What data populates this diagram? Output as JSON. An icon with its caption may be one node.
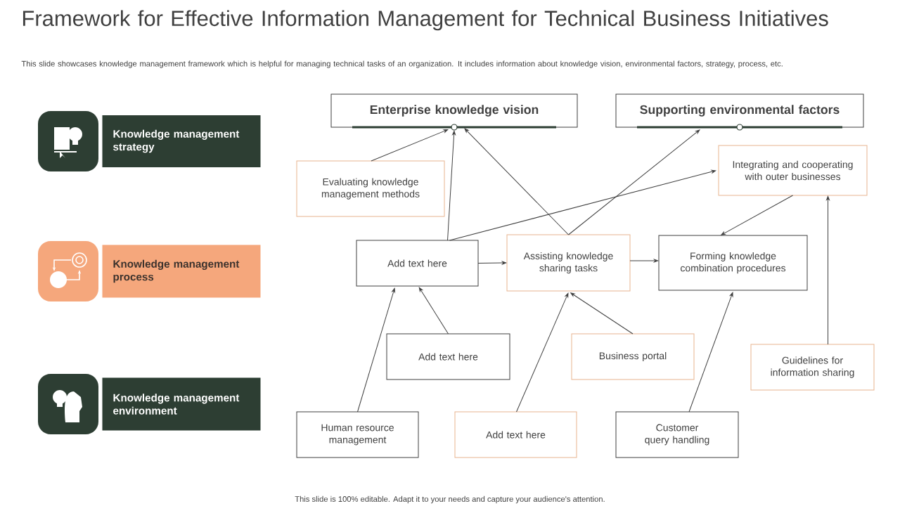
{
  "diagram": {
    "title": "Framework for Effective Information Management for Technical Business Initiatives",
    "nodes": [
      {
        "text": [
          "Knowledge management strategy"
        ]
      },
      {
        "text": [
          "Knowledge management process"
        ]
      },
      {
        "text": [
          "Knowledge management environment"
        ]
      },
      {
        "text": [
          "Enterprise knowledge vision"
        ]
      },
      {
        "text": [
          "Supporting environmental factors"
        ]
      },
      {
        "text": [
          "Evaluating knowledge management methods"
        ]
      },
      {
        "text": [
          "Integrating and cooperating with outer businesses"
        ]
      },
      {
        "text": [
          "Add text here"
        ]
      },
      {
        "text": [
          "Assisting knowledge sharing tasks"
        ]
      },
      {
        "text": [
          "Forming knowledge combination procedures"
        ]
      },
      {
        "text": [
          "Add text here"
        ]
      },
      {
        "text": [
          "Business portal"
        ]
      },
      {
        "text": [
          "Guidelines for information sharing"
        ]
      },
      {
        "text": [
          "Human resource management"
        ]
      },
      {
        "text": [
          "Add text here"
        ]
      },
      {
        "text": [
          "Customer query handling"
        ]
      }
    ],
    "edges": [
      {
        "from": 5,
        "to": 3,
        "arrow": "to"
      },
      {
        "from": 7,
        "to": 3,
        "arrow": "to"
      },
      {
        "from": 8,
        "to": 3,
        "arrow": "to"
      },
      {
        "from": 8,
        "to": 4,
        "arrow": "to"
      },
      {
        "from": 7,
        "to": 6,
        "arrow": "to"
      },
      {
        "from": 7,
        "to": 8,
        "arrow": "to"
      },
      {
        "from": 8,
        "to": 9,
        "arrow": "to"
      },
      {
        "from": 6,
        "to": 9,
        "arrow": "to"
      },
      {
        "from": 12,
        "to": 6,
        "arrow": "to"
      },
      {
        "from": 13,
        "to": 7,
        "arrow": "to"
      },
      {
        "from": 10,
        "to": 7,
        "arrow": "to"
      },
      {
        "from": 14,
        "to": 8,
        "arrow": "to"
      },
      {
        "from": 11,
        "to": 8,
        "arrow": "to"
      },
      {
        "from": 15,
        "to": 9,
        "arrow": "to"
      }
    ],
    "labels": [
      "This slide showcases knowledge management framework which is helpful for managing technical tasks of an organization. It includes information about knowledge vision, environmental factors, strategy, process, etc.",
      "This slide is 100% editable. Adapt it to your needs and capture your audience's attention."
    ]
  }
}
